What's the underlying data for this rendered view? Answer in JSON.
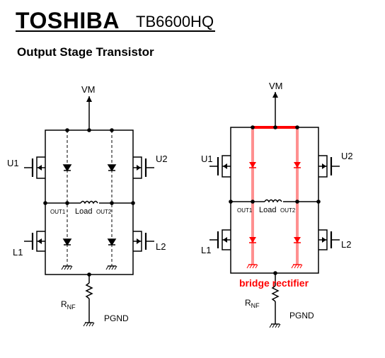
{
  "header": {
    "brand": "TOSHIBA",
    "model": "TB6600HQ",
    "section_title": "Output Stage Transistor"
  },
  "diagram": {
    "supply": "VM",
    "transistors": {
      "u1": "U1",
      "u2": "U2",
      "l1": "L1",
      "l2": "L2"
    },
    "outputs": {
      "out1": "OUT1",
      "out2": "OUT2"
    },
    "load": "Load",
    "rnf_main": "R",
    "rnf_sub": "NF",
    "ground": "PGND",
    "rectifier_caption": "bridge rectifier",
    "colors": {
      "line": "#000000",
      "highlight": "#ff0000",
      "highlight_translucent": "#ff6b6b"
    }
  }
}
